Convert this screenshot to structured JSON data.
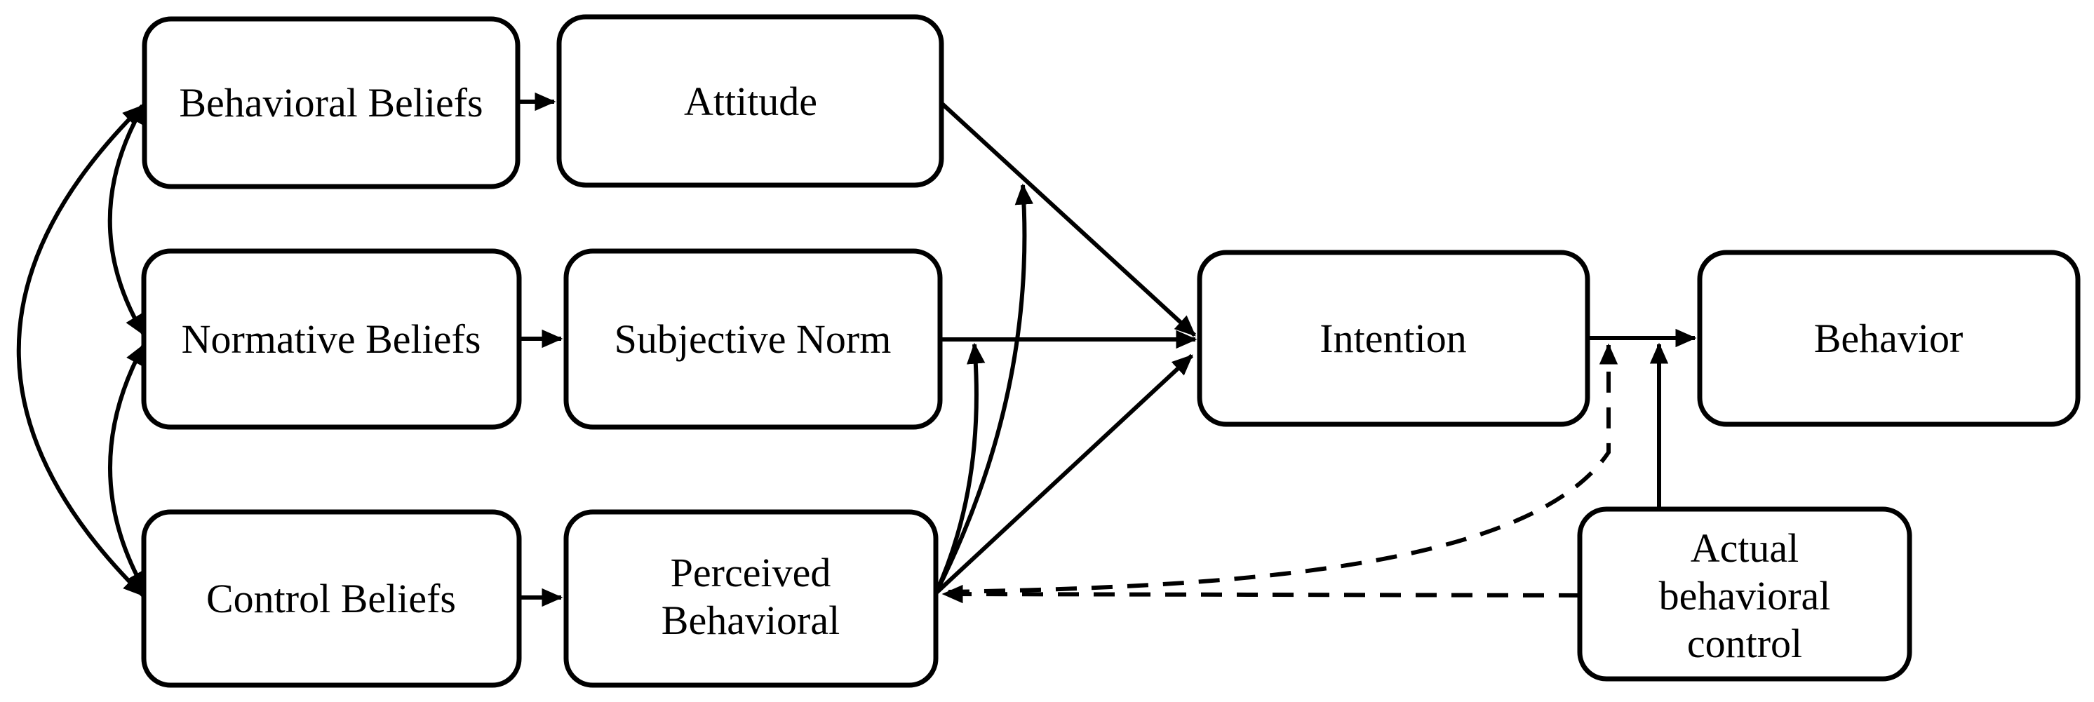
{
  "diagram": {
    "type": "path-model-flowchart",
    "colors": {
      "background": "#ffffff",
      "box_fill": "#ffffff",
      "line": "#000000",
      "text": "#000000"
    },
    "nodes": {
      "behavioral_beliefs": {
        "label": "Behavioral Beliefs"
      },
      "attitude": {
        "label": "Attitude"
      },
      "normative_beliefs": {
        "label": "Normative Beliefs"
      },
      "subjective_norm": {
        "label": "Subjective Norm"
      },
      "control_beliefs": {
        "label": "Control Beliefs"
      },
      "perceived_behavioral": {
        "line1": "Perceived",
        "line2": "Behavioral"
      },
      "intention": {
        "label": "Intention"
      },
      "behavior": {
        "label": "Behavior"
      },
      "actual_behavioral_control": {
        "line1": "Actual",
        "line2": "behavioral",
        "line3": "control"
      }
    },
    "edges": [
      {
        "from": "Behavioral Beliefs",
        "to": "Attitude",
        "style": "solid-arrow"
      },
      {
        "from": "Normative Beliefs",
        "to": "Subjective Norm",
        "style": "solid-arrow"
      },
      {
        "from": "Control Beliefs",
        "to": "Perceived Behavioral",
        "style": "solid-arrow"
      },
      {
        "from": "Attitude",
        "to": "Intention",
        "style": "solid-arrow"
      },
      {
        "from": "Subjective Norm",
        "to": "Intention",
        "style": "solid-arrow"
      },
      {
        "from": "Perceived Behavioral",
        "to": "Intention",
        "style": "solid-arrow"
      },
      {
        "from": "Perceived Behavioral",
        "to": "Attitude-Intention path",
        "style": "solid-arrow-curved"
      },
      {
        "from": "Perceived Behavioral",
        "to": "Subjective Norm-Intention path",
        "style": "solid-arrow-curved"
      },
      {
        "from": "Intention",
        "to": "Behavior",
        "style": "solid-arrow"
      },
      {
        "from": "Actual behavioral control",
        "to": "Intention-Behavior path",
        "style": "solid-arrow"
      },
      {
        "from": "Actual behavioral control",
        "to": "Perceived Behavioral",
        "style": "dashed-arrow"
      },
      {
        "from": "Actual behavioral control",
        "to": "Intention-Behavior path",
        "style": "dashed-arrow-curved"
      },
      {
        "from": "Behavioral Beliefs",
        "to": "Normative Beliefs",
        "style": "double-headed-curve"
      },
      {
        "from": "Normative Beliefs",
        "to": "Control Beliefs",
        "style": "double-headed-curve"
      },
      {
        "from": "Behavioral Beliefs",
        "to": "Control Beliefs",
        "style": "double-headed-curve"
      }
    ]
  }
}
